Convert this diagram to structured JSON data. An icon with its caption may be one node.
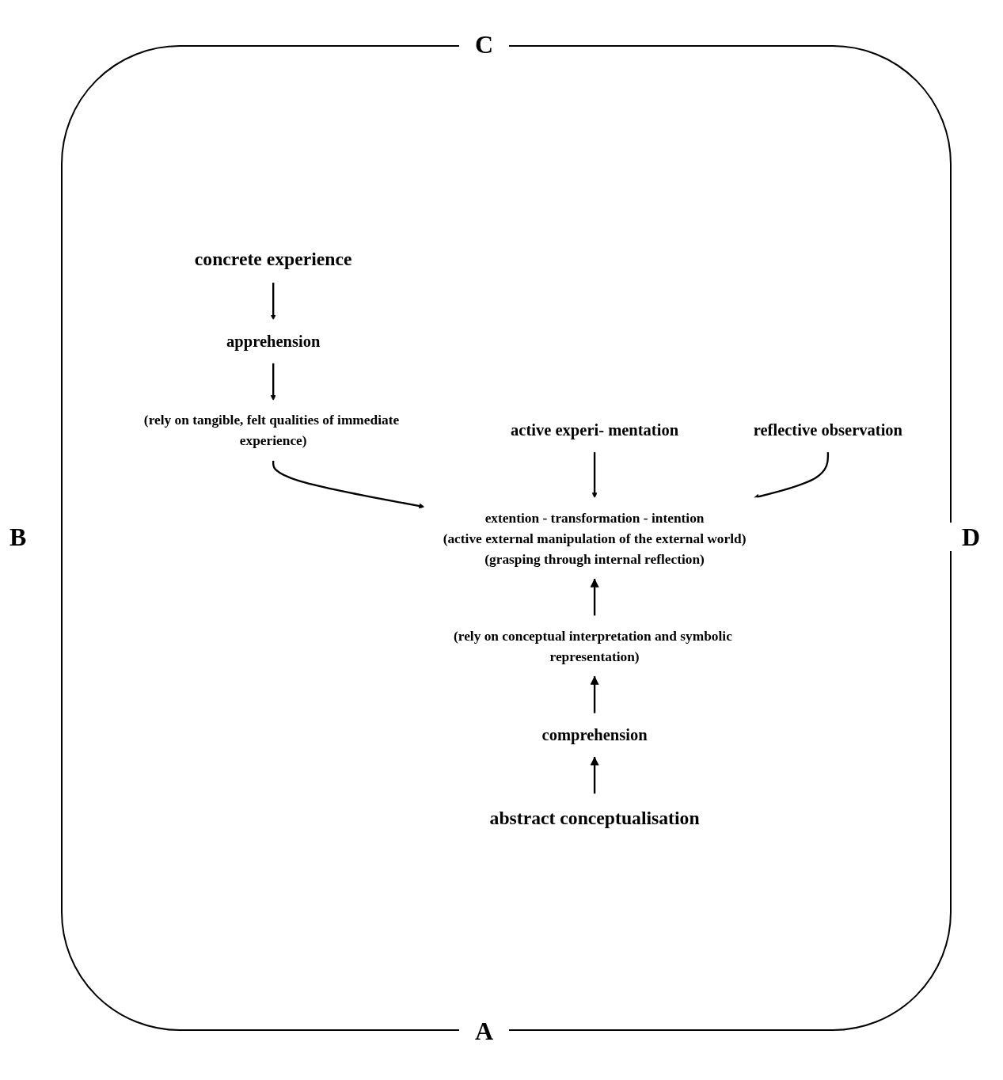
{
  "diagram": {
    "nodes": [
      {
        "text": [
          "concrete experience"
        ]
      },
      {
        "text": [
          "apprehension"
        ]
      },
      {
        "text": [
          "(rely on tangible, felt qualities of immediate experience)"
        ]
      },
      {
        "text": [
          "extention - transformation - intention",
          "(active external manipulation of the external world)",
          "(grasping through internal reflection)"
        ]
      },
      {
        "text": [
          "active experi- mentation"
        ]
      },
      {
        "text": [
          "reflective observation"
        ]
      },
      {
        "text": [
          "(rely on conceptual interpretation and symbolic representation)"
        ]
      },
      {
        "text": [
          "comprehension"
        ]
      },
      {
        "text": [
          "abstract conceptualisation"
        ]
      }
    ],
    "edges": [
      {
        "from": 0,
        "to": 1,
        "arrow": "to"
      },
      {
        "from": 1,
        "to": 2,
        "arrow": "to"
      },
      {
        "from": 2,
        "to": 3,
        "arrow": "to"
      },
      {
        "from": 4,
        "to": 3,
        "arrow": "to"
      },
      {
        "from": 5,
        "to": 3,
        "arrow": "to"
      },
      {
        "from": 6,
        "to": 3,
        "arrow": "to"
      },
      {
        "from": 7,
        "to": 6,
        "arrow": "to"
      },
      {
        "from": 8,
        "to": 7,
        "arrow": "to"
      }
    ],
    "labels": [
      "C",
      "B",
      "D",
      "A"
    ]
  }
}
